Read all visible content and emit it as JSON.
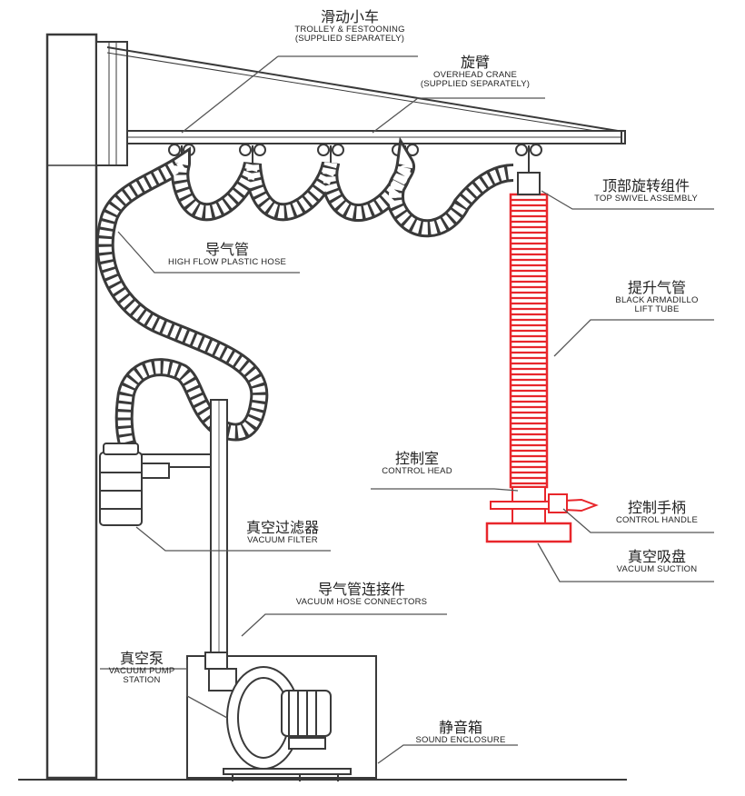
{
  "labels": {
    "trolley": {
      "cn": "滑动小车",
      "en1": "TROLLEY & FESTOONING",
      "en2": "(SUPPLIED SEPARATELY)"
    },
    "crane": {
      "cn": "旋臂",
      "en1": "OVERHEAD CRANE",
      "en2": "(SUPPLIED SEPARATELY)"
    },
    "swivel": {
      "cn": "顶部旋转组件",
      "en1": "TOP SWIVEL ASSEMBLY"
    },
    "hose": {
      "cn": "导气管",
      "en1": "HIGH FLOW PLASTIC HOSE"
    },
    "lift_tube": {
      "cn": "提升气管",
      "en1": "BLACK ARMADILLO",
      "en2": "LIFT TUBE"
    },
    "control_head": {
      "cn": "控制室",
      "en1": "CONTROL HEAD"
    },
    "control_handle": {
      "cn": "控制手柄",
      "en1": "CONTROL HANDLE"
    },
    "suction": {
      "cn": "真空吸盘",
      "en1": "VACUUM SUCTION"
    },
    "filter": {
      "cn": "真空过滤器",
      "en1": "VACUUM FILTER"
    },
    "connectors": {
      "cn": "导气管连接件",
      "en1": "VACUUM HOSE CONNECTORS"
    },
    "pump": {
      "cn": "真空泵",
      "en1": "VACUUM PUMP",
      "en2": "STATION"
    },
    "enclosure": {
      "cn": "静音箱",
      "en1": "SOUND ENCLOSURE"
    }
  },
  "colors": {
    "line": "#3a3a3a",
    "accent": "#e8262b",
    "label": "#222222"
  }
}
